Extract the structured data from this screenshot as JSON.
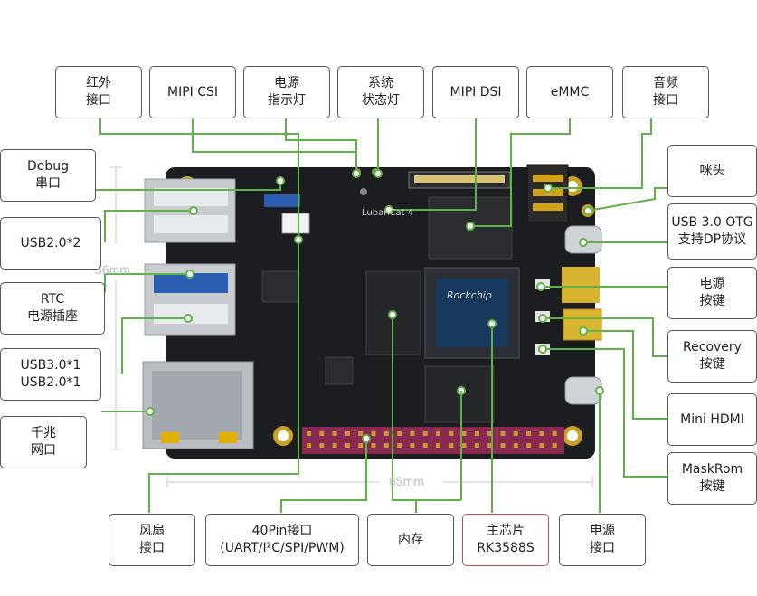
{
  "colors": {
    "board": "#1b1d20",
    "leader_line": "#5fb346",
    "label_border": "#555555",
    "highlight_border": "#c0504d",
    "header_pins": "#8a2a50",
    "dimension": "#b8c0cc"
  },
  "board_text": {
    "model": "LubanCat 4",
    "chip_brand": "Rockchip",
    "dim_width": "85mm",
    "dim_height": "56mm"
  },
  "labels": {
    "ir": [
      "红外",
      "接口"
    ],
    "mipi_csi": [
      "MIPI CSI"
    ],
    "power_led": [
      "电源",
      "指示灯"
    ],
    "sys_led": [
      "系统",
      "状态灯"
    ],
    "mipi_dsi": [
      "MIPI DSI"
    ],
    "emmc": [
      "eMMC"
    ],
    "audio": [
      "音频",
      "接口"
    ],
    "debug": [
      "Debug",
      "串口"
    ],
    "mic": [
      "咪头"
    ],
    "usb2x2": [
      "USB2.0*2"
    ],
    "usb3_otg": [
      "USB 3.0 OTG",
      "支持DP协议"
    ],
    "rtc": [
      "RTC",
      "电源插座"
    ],
    "power_key": [
      "电源",
      "按键"
    ],
    "recovery": [
      "Recovery",
      "按键"
    ],
    "usb3_usb2": [
      "USB3.0*1",
      "USB2.0*1"
    ],
    "mini_hdmi": [
      "Mini HDMI"
    ],
    "gbe": [
      "千兆",
      "网口"
    ],
    "maskrom": [
      "MaskRom",
      "按键"
    ],
    "fan": [
      "风扇",
      "接口"
    ],
    "pin40": [
      "40Pin接口",
      "(UART/I²C/SPI/PWM)"
    ],
    "memory": [
      "内存"
    ],
    "soc": [
      "主芯片",
      "RK3588S"
    ],
    "power_in": [
      "电源",
      "接口"
    ]
  }
}
